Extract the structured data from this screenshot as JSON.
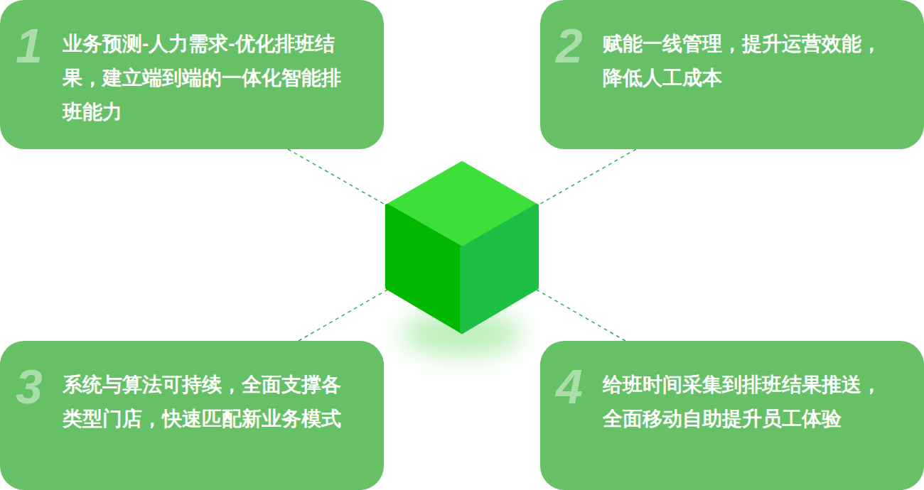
{
  "diagram": {
    "nodes": [
      {
        "text": [
          "1",
          "业务预测-人力需求-优化排班结果，建立端到端的一体化智能排班能力"
        ]
      },
      {
        "text": [
          "2",
          "赋能一线管理，提升运营效能，降低人工成本"
        ]
      },
      {
        "text": [
          "3",
          "系统与算法可持续，全面支撑各类型门店，快速匹配新业务模式"
        ]
      },
      {
        "text": [
          "4",
          "给班时间采集到排班结果推送，全面移动自助提升员工体验"
        ]
      }
    ]
  }
}
